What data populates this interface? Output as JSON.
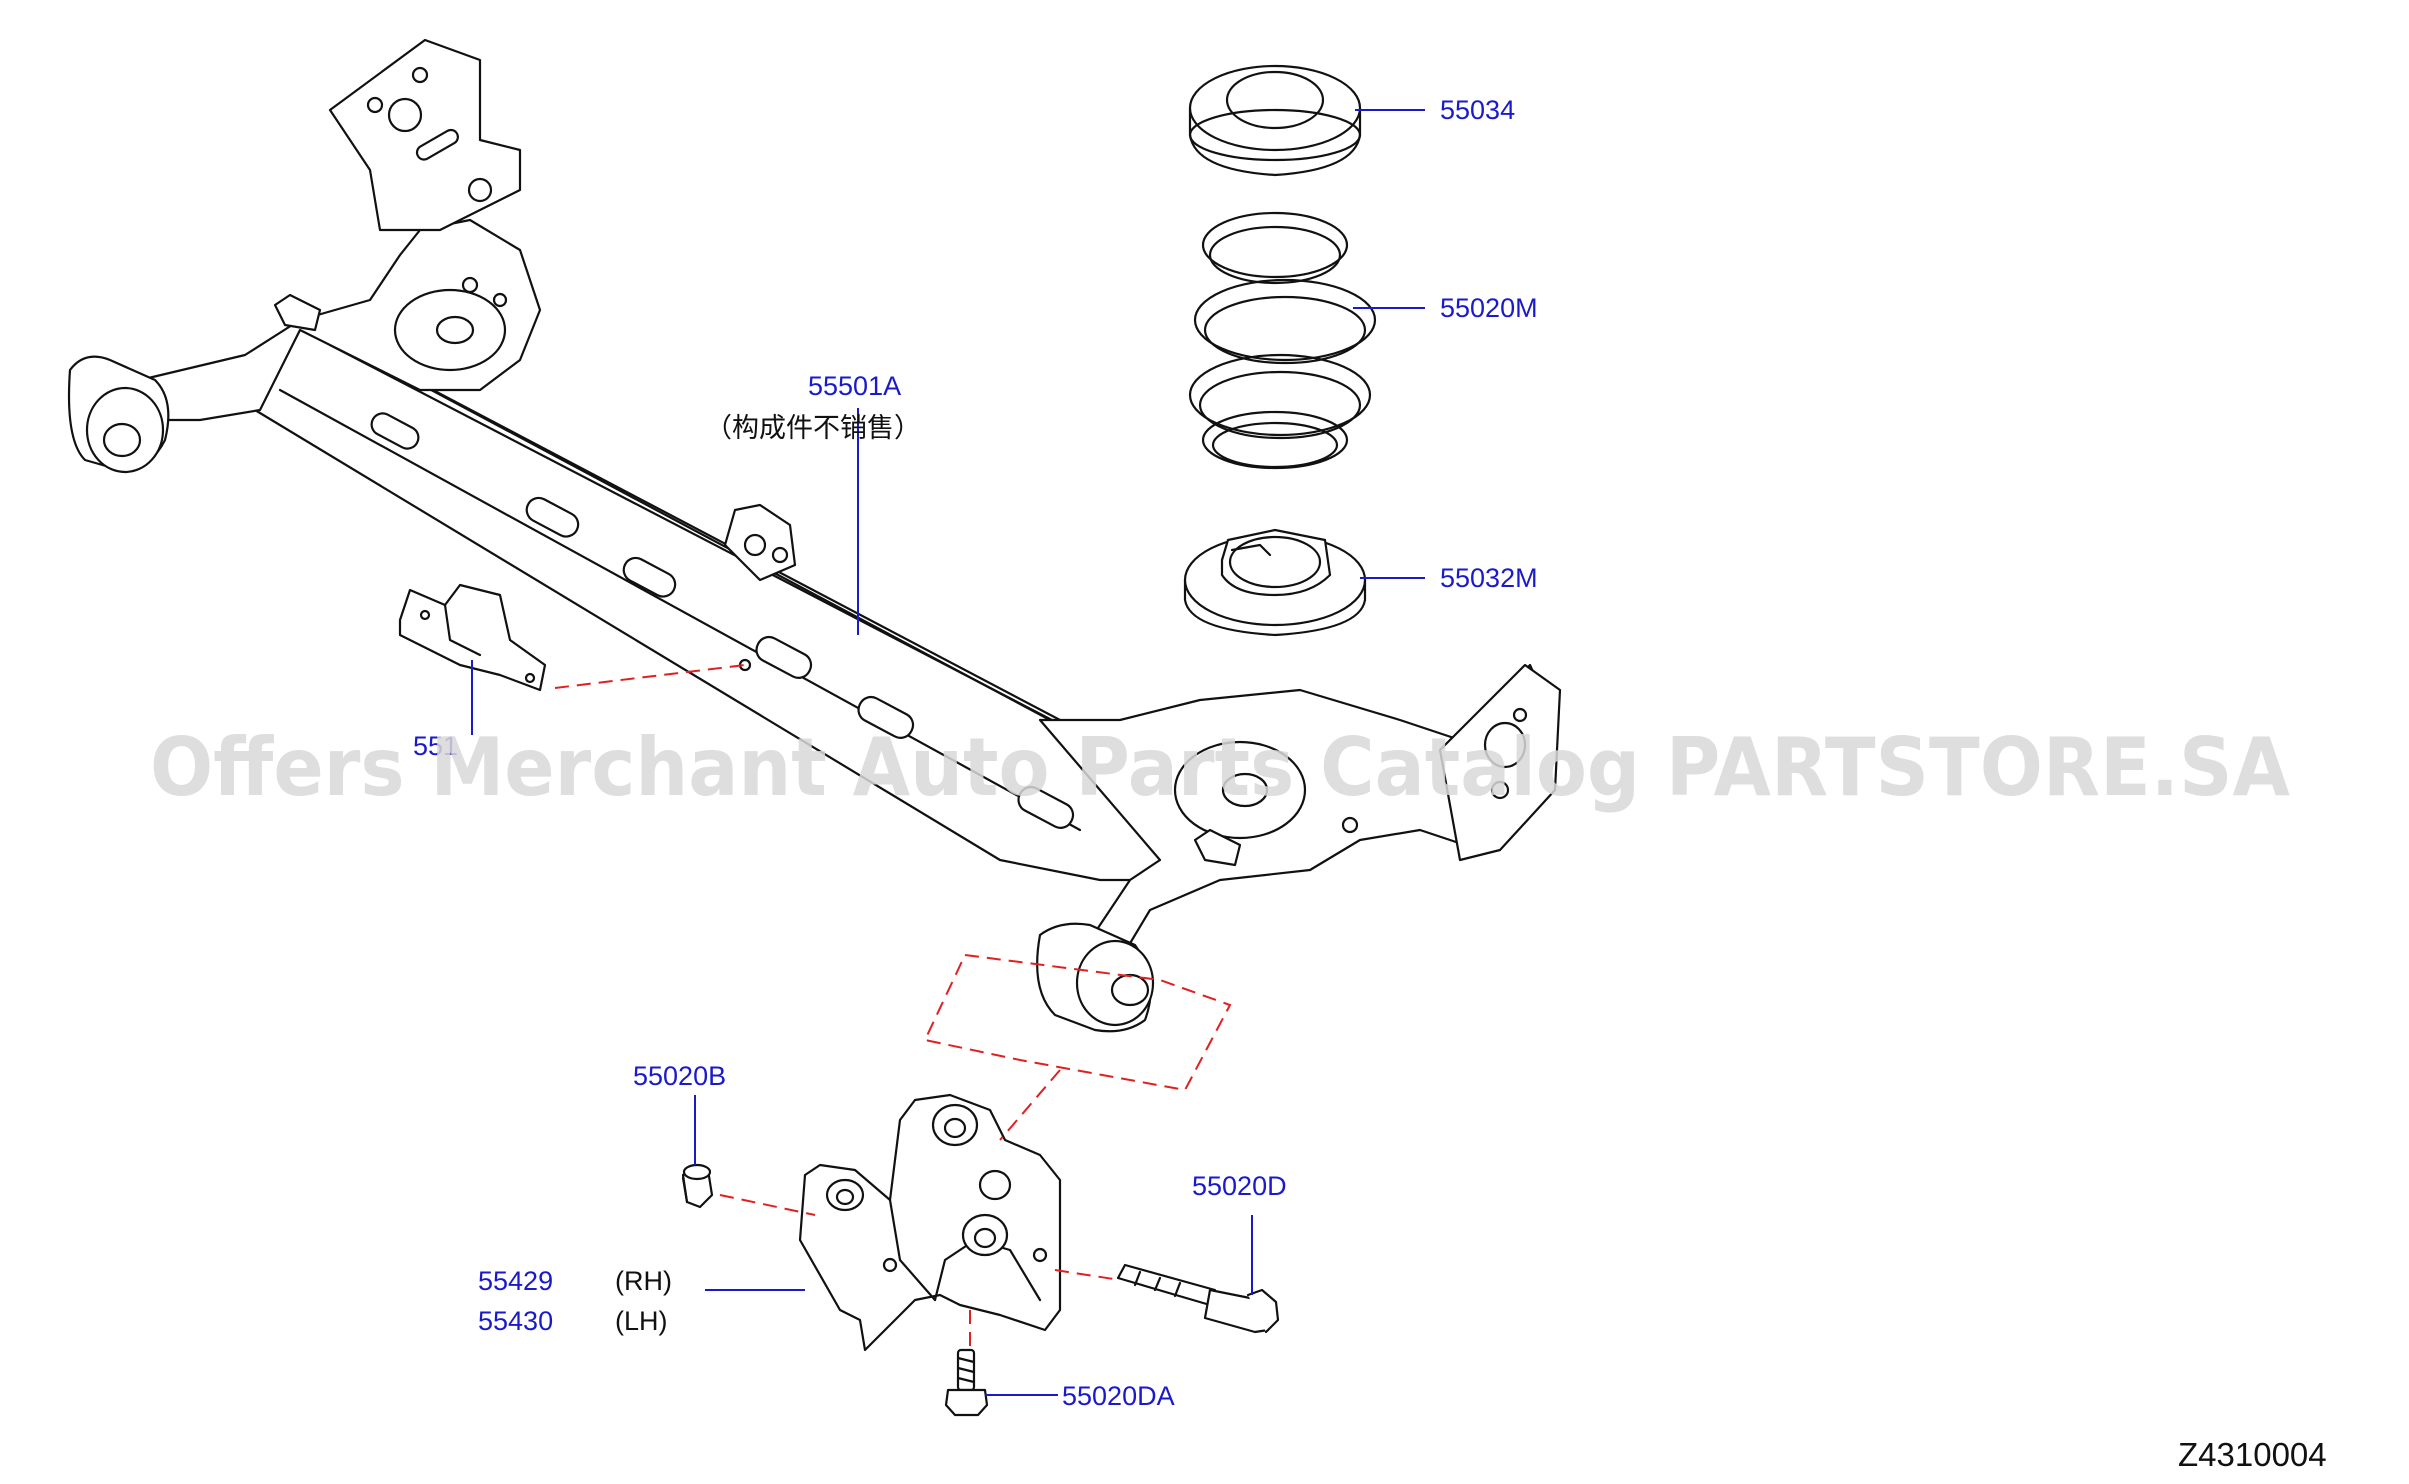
{
  "diagram": {
    "callouts": {
      "spring_seat_upper": "55034",
      "coil_spring": "55020M",
      "spring_seat_lower": "55032M",
      "axle_beam": "55501A",
      "axle_beam_note": "（构成件不销售）",
      "bracket_small": "551",
      "nut": "55020B",
      "bolt": "55020D",
      "bracket_rh_part": "55429",
      "bracket_rh_side": "(RH)",
      "bracket_lh_part": "55430",
      "bracket_lh_side": "(LH)",
      "screw": "55020DA"
    },
    "watermark": "Offers Merchant Auto Parts Catalog PARTSTORE.SA",
    "diagram_code": "Z4310004",
    "colors": {
      "callout": "#1a1acc",
      "leader": "#1a1acc",
      "dashed_guide": "#e02020",
      "line_art": "#111111",
      "watermark": "#d9d9d9"
    }
  }
}
